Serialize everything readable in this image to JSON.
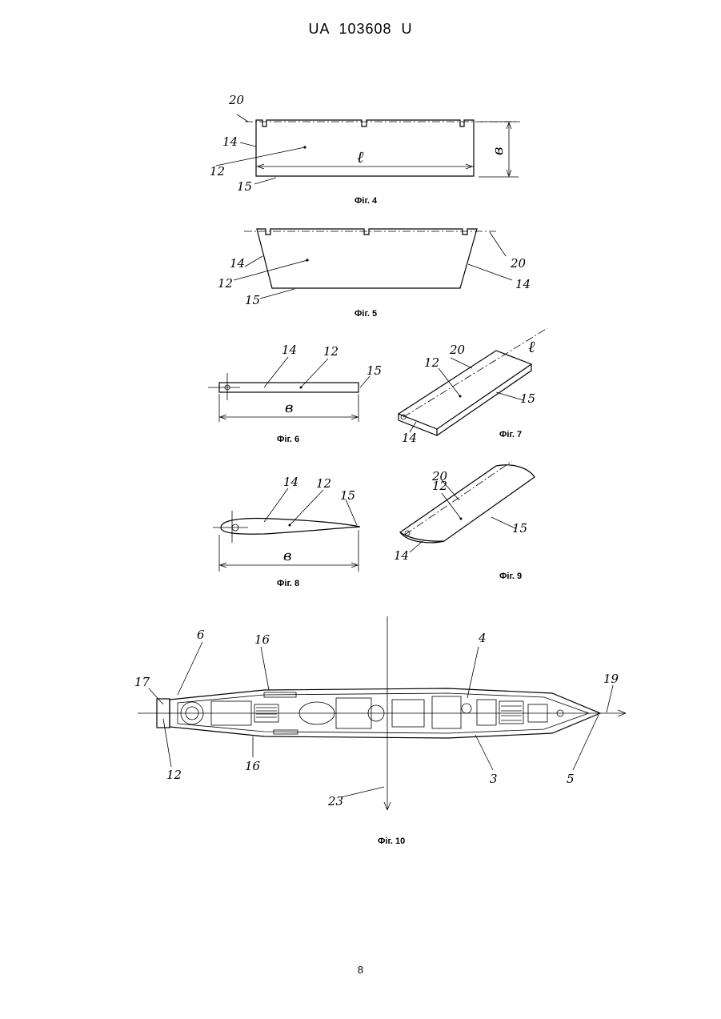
{
  "header": {
    "doc_id": "UA   103608   U"
  },
  "page_number": "8",
  "figures": [
    {
      "caption": "Фіг. 4",
      "labels": [
        "20",
        "14",
        "12",
        "15",
        "ℓ",
        "в"
      ]
    },
    {
      "caption": "Фіг. 5",
      "labels": [
        "14",
        "12",
        "15",
        "20",
        "14"
      ]
    },
    {
      "caption": "Фіг. 6",
      "labels": [
        "14",
        "12",
        "15",
        "в"
      ]
    },
    {
      "caption": "Фіг. 7",
      "labels": [
        "20",
        "ℓ",
        "12",
        "15",
        "14"
      ]
    },
    {
      "caption": "Фіг. 8",
      "labels": [
        "14",
        "12",
        "15",
        "в"
      ]
    },
    {
      "caption": "Фіг. 9",
      "labels": [
        "20",
        "12",
        "15",
        "14"
      ]
    },
    {
      "caption": "Фіг. 10",
      "labels": [
        "6",
        "16",
        "4",
        "19",
        "17",
        "12",
        "16",
        "3",
        "5",
        "23"
      ]
    }
  ]
}
